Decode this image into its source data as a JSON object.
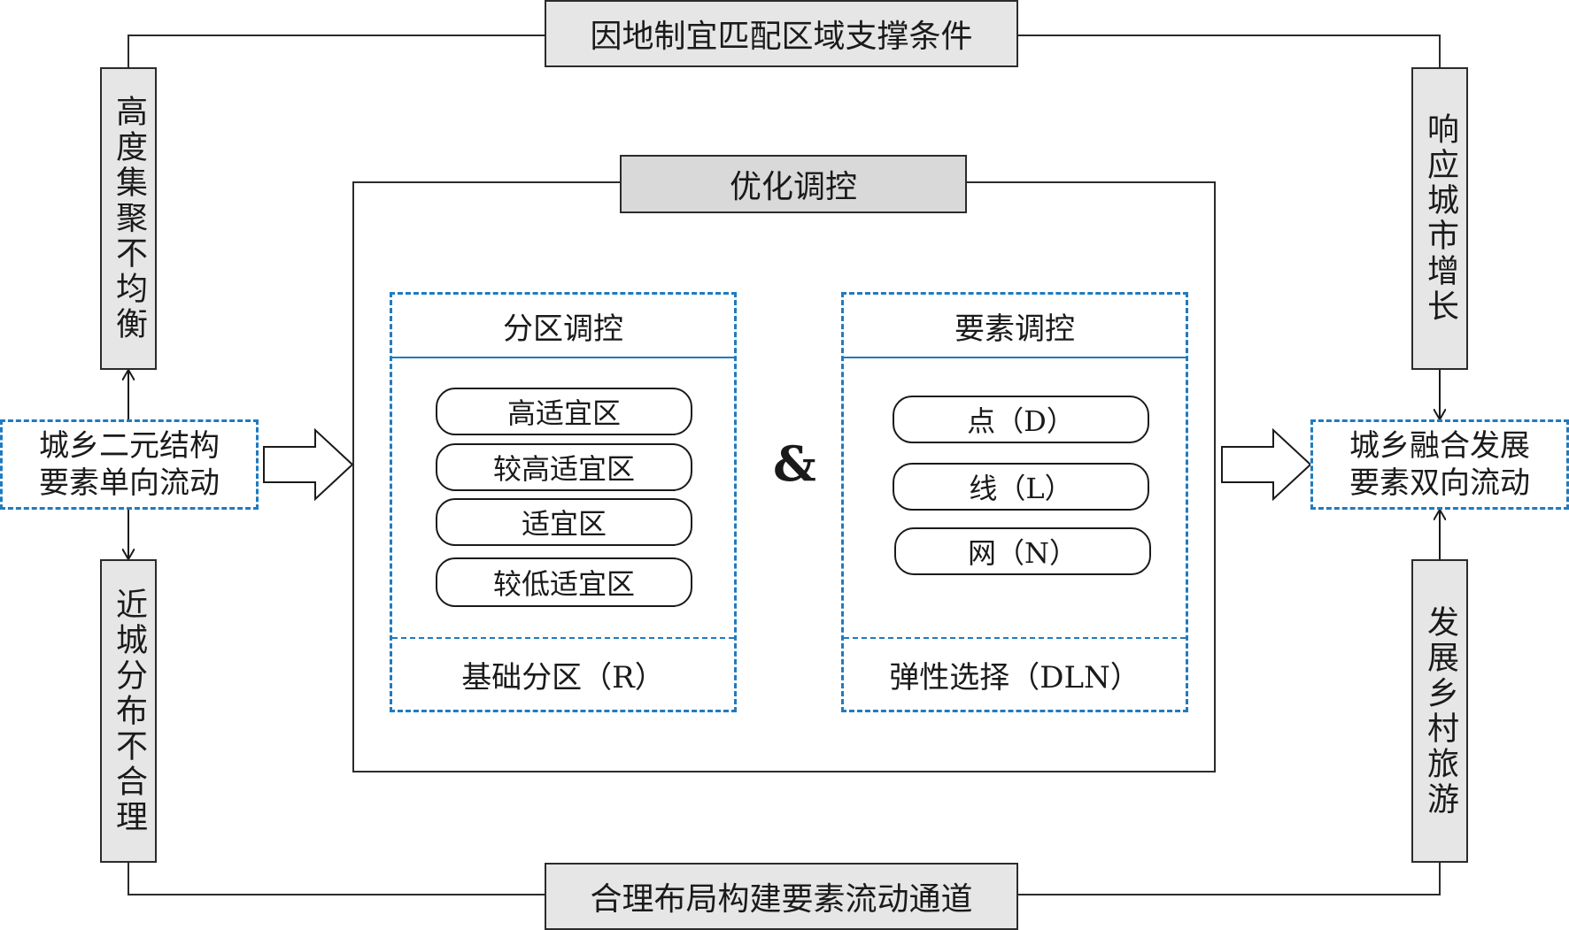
{
  "top_label": "因地制宜匹配区域支撑条件",
  "bottom_label": "合理布局构建要素流动通道",
  "left_top_label": "高度集聚不均衡",
  "left_bottom_label": "近城分布不合理",
  "right_top_label": "响应城市增长",
  "right_bottom_label": "发展乡村旅游",
  "left_box": {
    "line1": "城乡二元结构",
    "line2": "要素单向流动"
  },
  "right_box": {
    "line1": "城乡融合发展",
    "line2": "要素双向流动"
  },
  "center_title": "优化调控",
  "amp": "&",
  "zoning_panel": {
    "title": "分区调控",
    "items": [
      "高适宜区",
      "较高适宜区",
      "适宜区",
      "较低适宜区"
    ],
    "footer": "基础分区（R）"
  },
  "element_panel": {
    "title": "要素调控",
    "items": [
      "点（D）",
      "线（L）",
      "网（N）"
    ],
    "footer": "弹性选择（DLN）"
  },
  "colors": {
    "dash": "#1f7bc0",
    "gray_fill": "#e6e6e6",
    "line": "#2b2b2b"
  }
}
